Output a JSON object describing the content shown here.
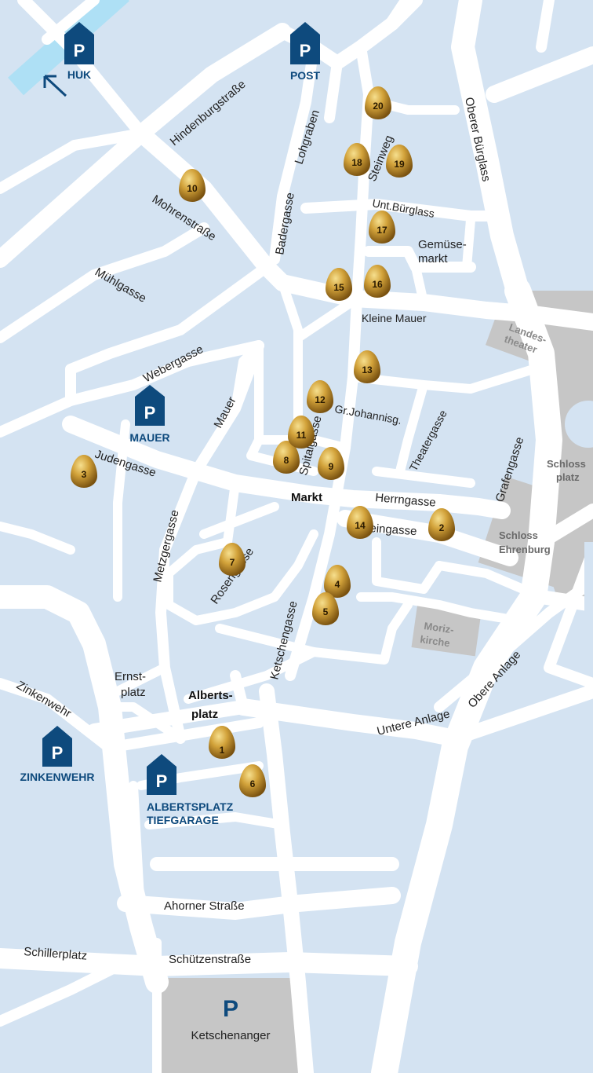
{
  "parking": {
    "huk": {
      "symbol": "P",
      "label": "HUK"
    },
    "post": {
      "symbol": "P",
      "label": "POST"
    },
    "mauer": {
      "symbol": "P",
      "label": "MAUER"
    },
    "zinkenwehr": {
      "symbol": "P",
      "label": "ZINKENWEHR"
    },
    "albertsplatz": {
      "symbol": "P",
      "label1": "ALBERTSPLATZ",
      "label2": "TIEFGARAGE"
    },
    "ketschenanger": {
      "symbol": "P",
      "label": "Ketschenanger"
    }
  },
  "streets": {
    "hindenburgstrasse": "Hindenburgstraße",
    "lohgraben": "Lohgraben",
    "badergasse": "Badergasse",
    "steinweg": "Steinweg",
    "oberer_buerglass": "Oberer Bürglass",
    "unt_buerglass": "Unt.Bürglass",
    "mohrenstrasse": "Mohrenstraße",
    "muehlgasse": "Mühlgasse",
    "gemuese1": "Gemüse-",
    "gemuese2": "markt",
    "kleine_mauer": "Kleine Mauer",
    "webergasse": "Webergasse",
    "landes1": "Landes-",
    "landes2": "theater",
    "mauer": "Mauer",
    "gr_johannisg": "Gr.Johannisg.",
    "theatergasse": "Theatergasse",
    "grafengasse": "Grafengasse",
    "judengasse": "Judengasse",
    "spitalgasse": "Spitalgasse",
    "schlossplatz1": "Schloss",
    "schlossplatz2": "platz",
    "markt": "Markt",
    "herrngasse": "Herrngasse",
    "metzgergasse": "Metzgergasse",
    "schloss1": "Schloss",
    "schloss2": "Ehrenburg",
    "steingasse": "Steingasse",
    "rosengasse": "Rosengasse",
    "ketschengasse": "Ketschengasse",
    "moriz1": "Moriz-",
    "moriz2": "kirche",
    "ernst1": "Ernst-",
    "ernst2": "platz",
    "alberts1": "Alberts-",
    "alberts2": "platz",
    "obere_anlage": "Obere Anlage",
    "untere_anlage": "Untere Anlage",
    "zinkenwehr": "Zinkenwehr",
    "ahorner": "Ahorner Straße",
    "schillerplatz": "Schillerplatz",
    "schuetzen": "Schützenstraße"
  },
  "eggs": [
    "1",
    "2",
    "3",
    "4",
    "5",
    "6",
    "7",
    "8",
    "9",
    "10",
    "11",
    "12",
    "13",
    "14",
    "15",
    "16",
    "17",
    "18",
    "19",
    "20"
  ],
  "colors": {
    "water": "#d4e3f2",
    "road": "#ffffff",
    "river": "#aee0f5",
    "building": "#c6c6c6",
    "parking": "#0e4a7d",
    "egg": "#c79a2a"
  }
}
